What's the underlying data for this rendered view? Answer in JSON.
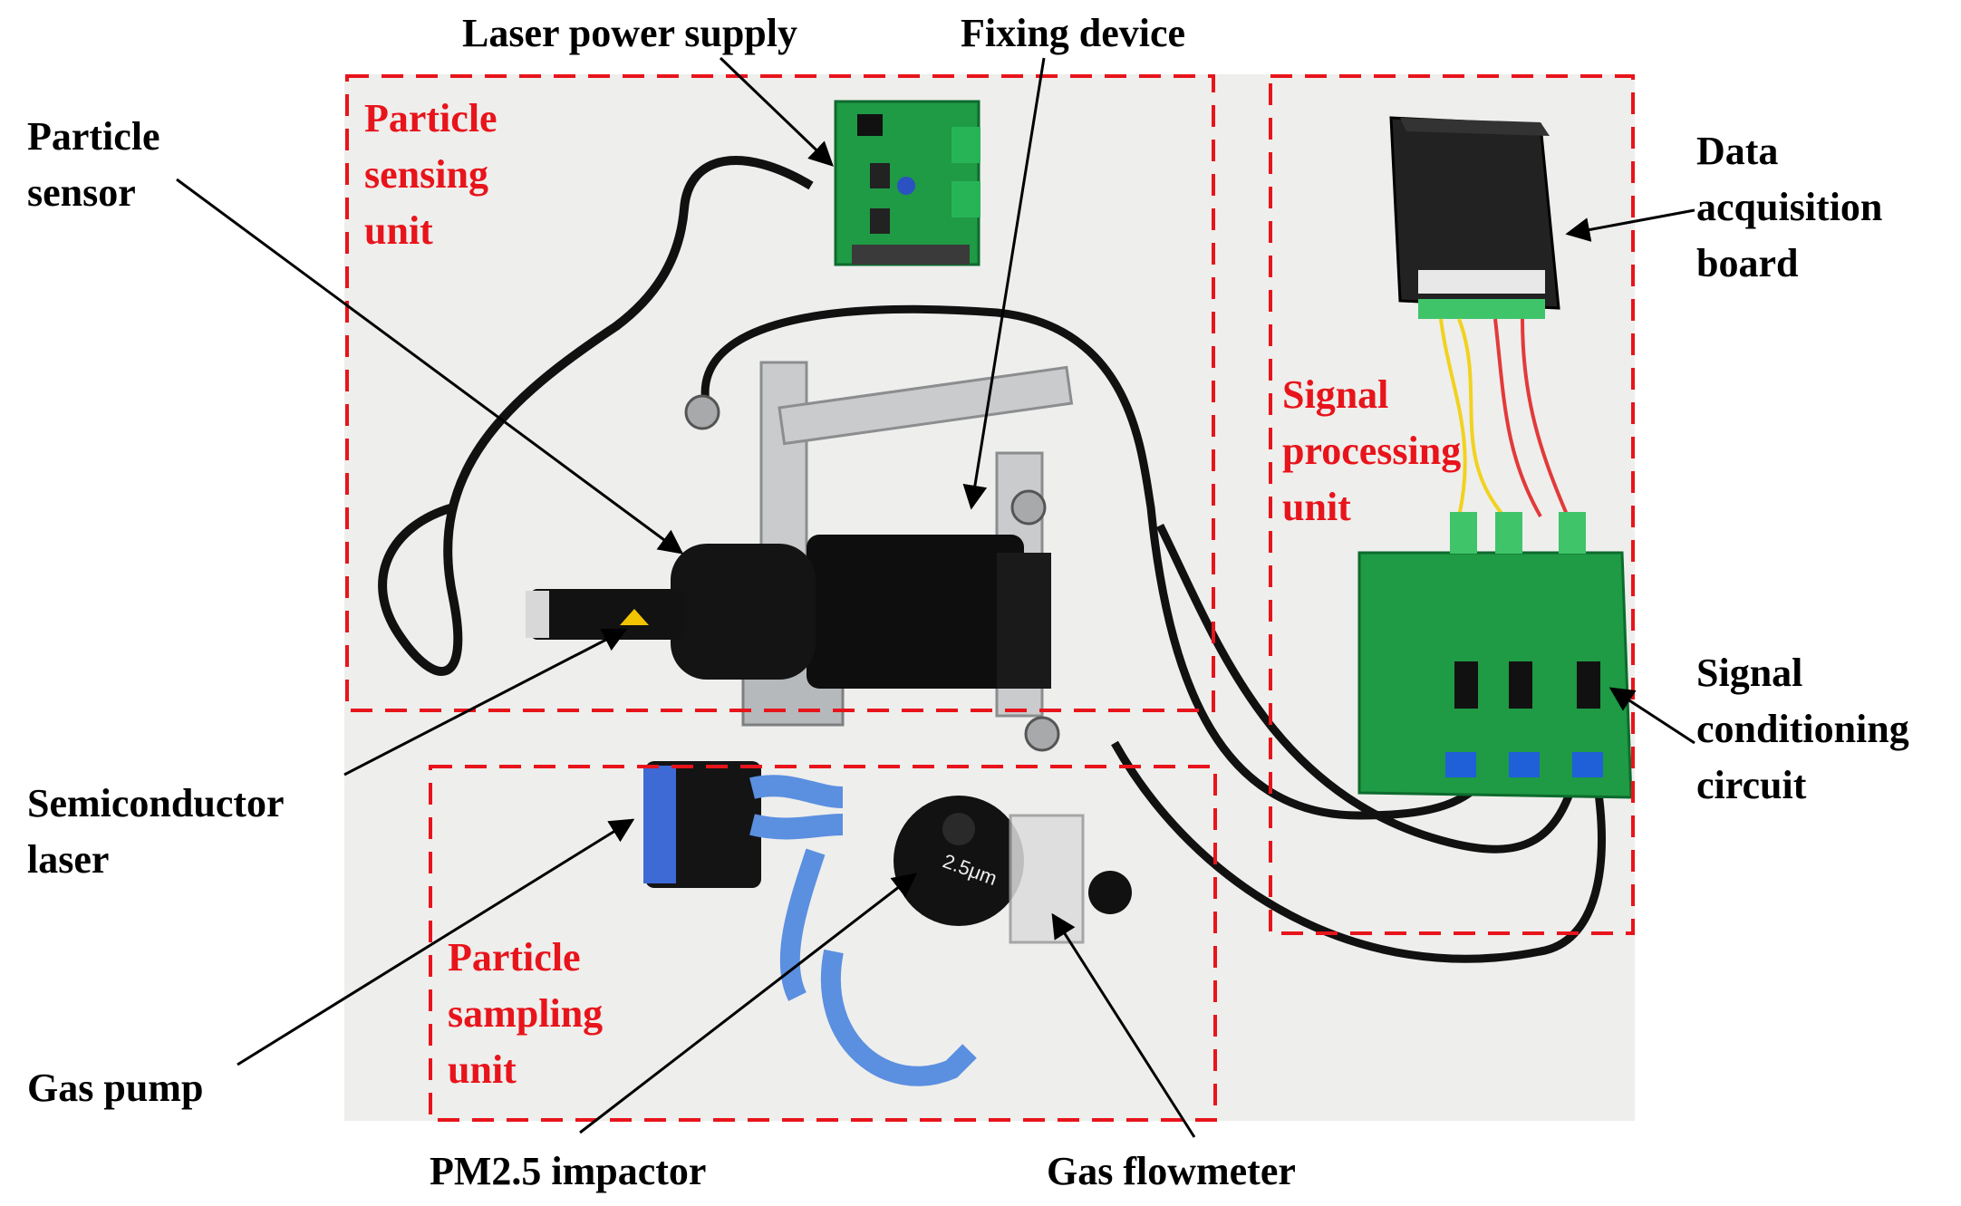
{
  "labels": {
    "laser_power_supply": "Laser power supply",
    "fixing_device": "Fixing device",
    "particle_sensor": [
      "Particle",
      "sensor"
    ],
    "data_acquisition_board": [
      "Data",
      "acquisition",
      "board"
    ],
    "semiconductor_laser": [
      "Semiconductor",
      "laser"
    ],
    "signal_conditioning_circuit": [
      "Signal",
      "conditioning",
      "circuit"
    ],
    "gas_pump": "Gas pump",
    "pm25_impactor": "PM2.5 impactor",
    "gas_flowmeter": "Gas flowmeter"
  },
  "units": {
    "particle_sensing": [
      "Particle",
      "sensing",
      "unit"
    ],
    "signal_processing": [
      "Signal",
      "processing",
      "unit"
    ],
    "particle_sampling": [
      "Particle",
      "sampling",
      "unit"
    ]
  },
  "photo_text": {
    "impactor_marking": "2.5μm"
  },
  "colors": {
    "unit_box": "#e8141b",
    "pcb": "#1f9a45",
    "background": "#eeeeec",
    "tubing": "#5b8fe0"
  }
}
